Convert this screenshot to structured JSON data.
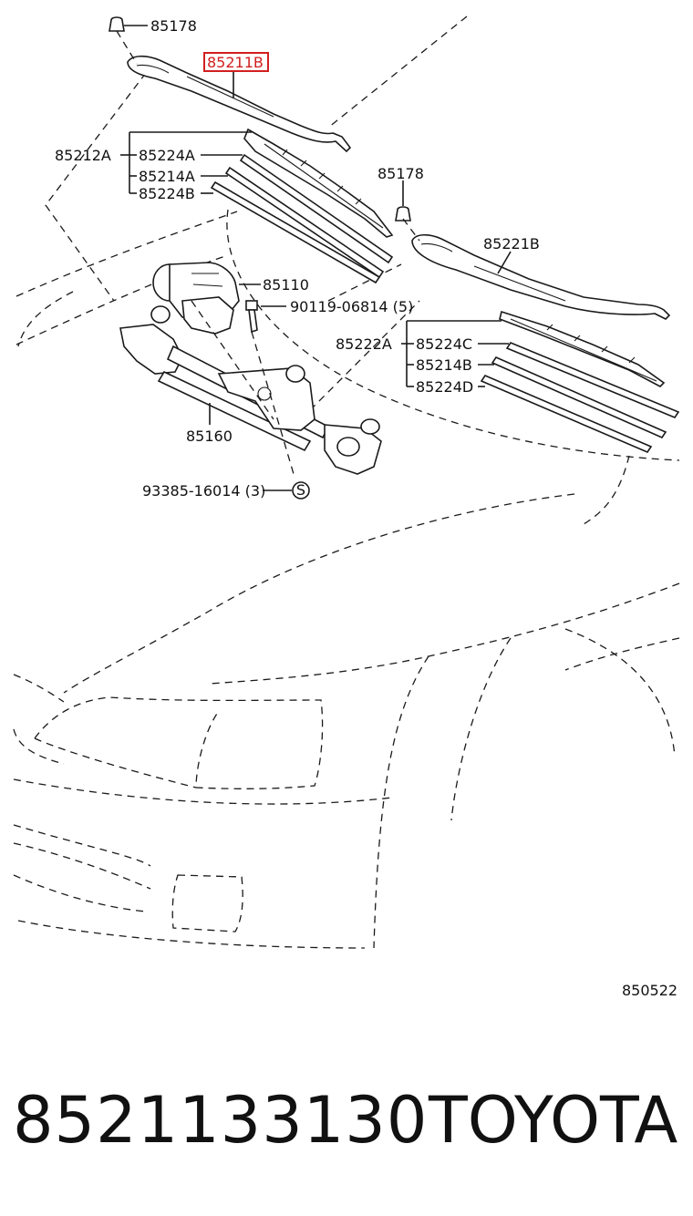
{
  "labels": {
    "nut_top": "85178",
    "arm_front_highlight": "85211B",
    "blade_assy_front": "85212A",
    "blade_rubber_a": "85224A",
    "backing_a": "85214A",
    "blade_rubber_b": "85224B",
    "nut_right": "85178",
    "arm_rear": "85221B",
    "motor": "85110",
    "bolt": "90119-06814 (5)",
    "blade_assy_rear": "85222A",
    "blade_rubber_c": "85224C",
    "backing_b": "85214B",
    "blade_rubber_d": "85224D",
    "link_assy": "85160",
    "nut_s": "93385-16014 (3)",
    "s_symbol": "S",
    "figure_number": "850522"
  },
  "footer": {
    "part_number": "8521133130",
    "brand": "TOYOTA"
  },
  "colors": {
    "highlight": "#d11f1f",
    "line": "#1a1a1a"
  }
}
